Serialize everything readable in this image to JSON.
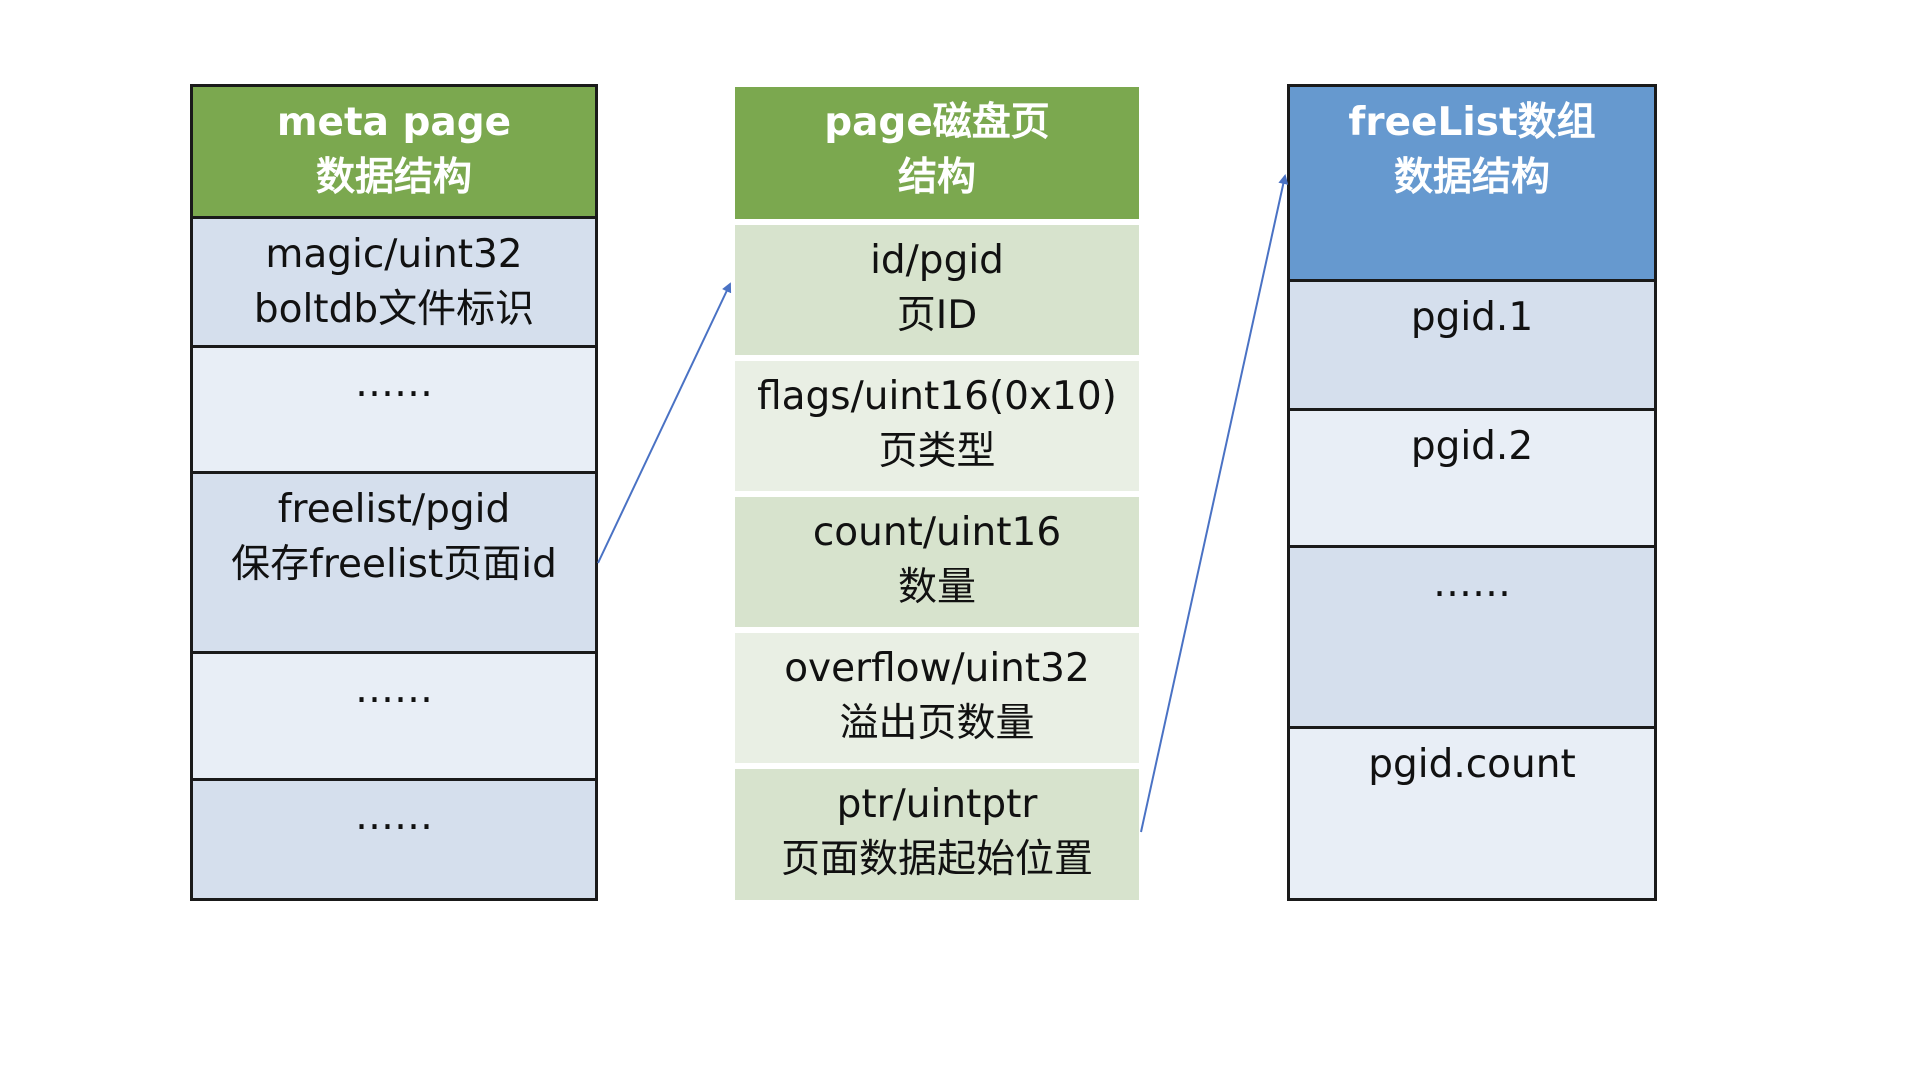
{
  "colors": {
    "green_header": "#7ba84f",
    "blue_header": "#6699cf",
    "meta_dark": "#d5dfed",
    "meta_light": "#e8eef6",
    "page_dark": "#d7e3cd",
    "page_light": "#e9efe4",
    "free_dark": "#d5dfed",
    "free_light": "#e8eef6",
    "arrow": "#4a72c4"
  },
  "meta": {
    "header": [
      "meta page",
      "数据结构"
    ],
    "rows": [
      [
        "magic/uint32",
        "boltdb文件标识"
      ],
      [
        "……"
      ],
      [
        "freelist/pgid",
        "保存freelist页面id"
      ],
      [
        "……"
      ],
      [
        "……"
      ]
    ]
  },
  "page": {
    "header": [
      "page磁盘页",
      "结构"
    ],
    "rows": [
      [
        "id/pgid",
        "页ID"
      ],
      [
        "flags/uint16(0x10)",
        "页类型"
      ],
      [
        "count/uint16",
        "数量"
      ],
      [
        "overflow/uint32",
        "溢出页数量"
      ],
      [
        "ptr/uintptr",
        "页面数据起始位置"
      ]
    ]
  },
  "freelist": {
    "header": [
      "freeList数组",
      "数据结构"
    ],
    "rows": [
      [
        "pgid.1"
      ],
      [
        "pgid.2"
      ],
      [
        "……"
      ],
      [
        "pgid.count"
      ]
    ]
  }
}
